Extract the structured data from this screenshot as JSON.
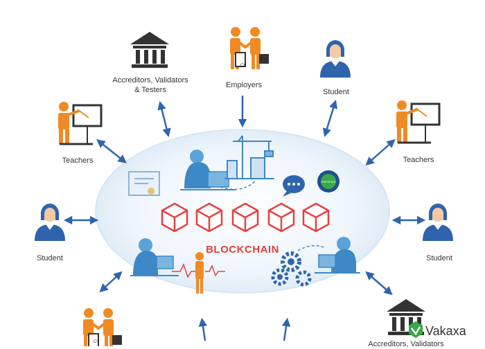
{
  "colors": {
    "blue": "#2f64ad",
    "orange": "#f08a24",
    "dark": "#333333",
    "red": "#e53f3f",
    "ellipse": "#e8f1fa",
    "green": "#38a848"
  },
  "center": {
    "title": "BLOCKCHAIN"
  },
  "nodes": {
    "accreditors_top": "Accreditors, Validators\n& Testers",
    "employers_top": "Employers",
    "student_top_right": "Student",
    "teachers_left": "Teachers",
    "teachers_right": "Teachers",
    "student_left": "Student",
    "student_right": "Student",
    "accreditors_bottom": "Accreditors, Validators"
  },
  "icons": {
    "cv": "CV",
    "badge": "CERTIFIED"
  },
  "brand": {
    "name": "Vakaxa"
  }
}
